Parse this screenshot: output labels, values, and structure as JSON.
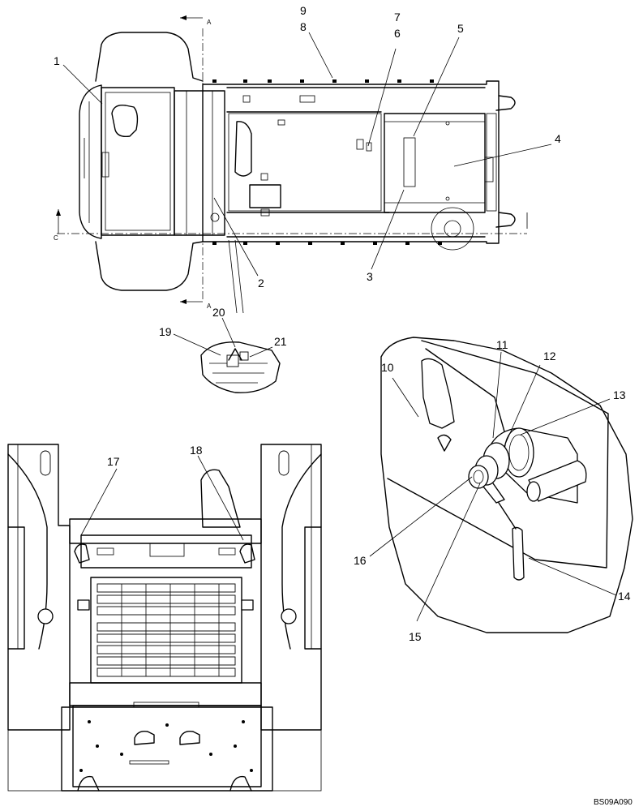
{
  "callouts": {
    "c1": "1",
    "c2": "2",
    "c3": "3",
    "c4": "4",
    "c5": "5",
    "c6": "6",
    "c7": "7",
    "c8": "8",
    "c9": "9",
    "c10": "10",
    "c11": "11",
    "c12": "12",
    "c13": "13",
    "c14": "14",
    "c15": "15",
    "c16": "16",
    "c17": "17",
    "c18": "18",
    "c19": "19",
    "c20": "20",
    "c21": "21"
  },
  "section_marks": {
    "a_top": "A",
    "a_bottom": "A",
    "c_left": "C"
  },
  "drawing_reference": "BS09A090"
}
